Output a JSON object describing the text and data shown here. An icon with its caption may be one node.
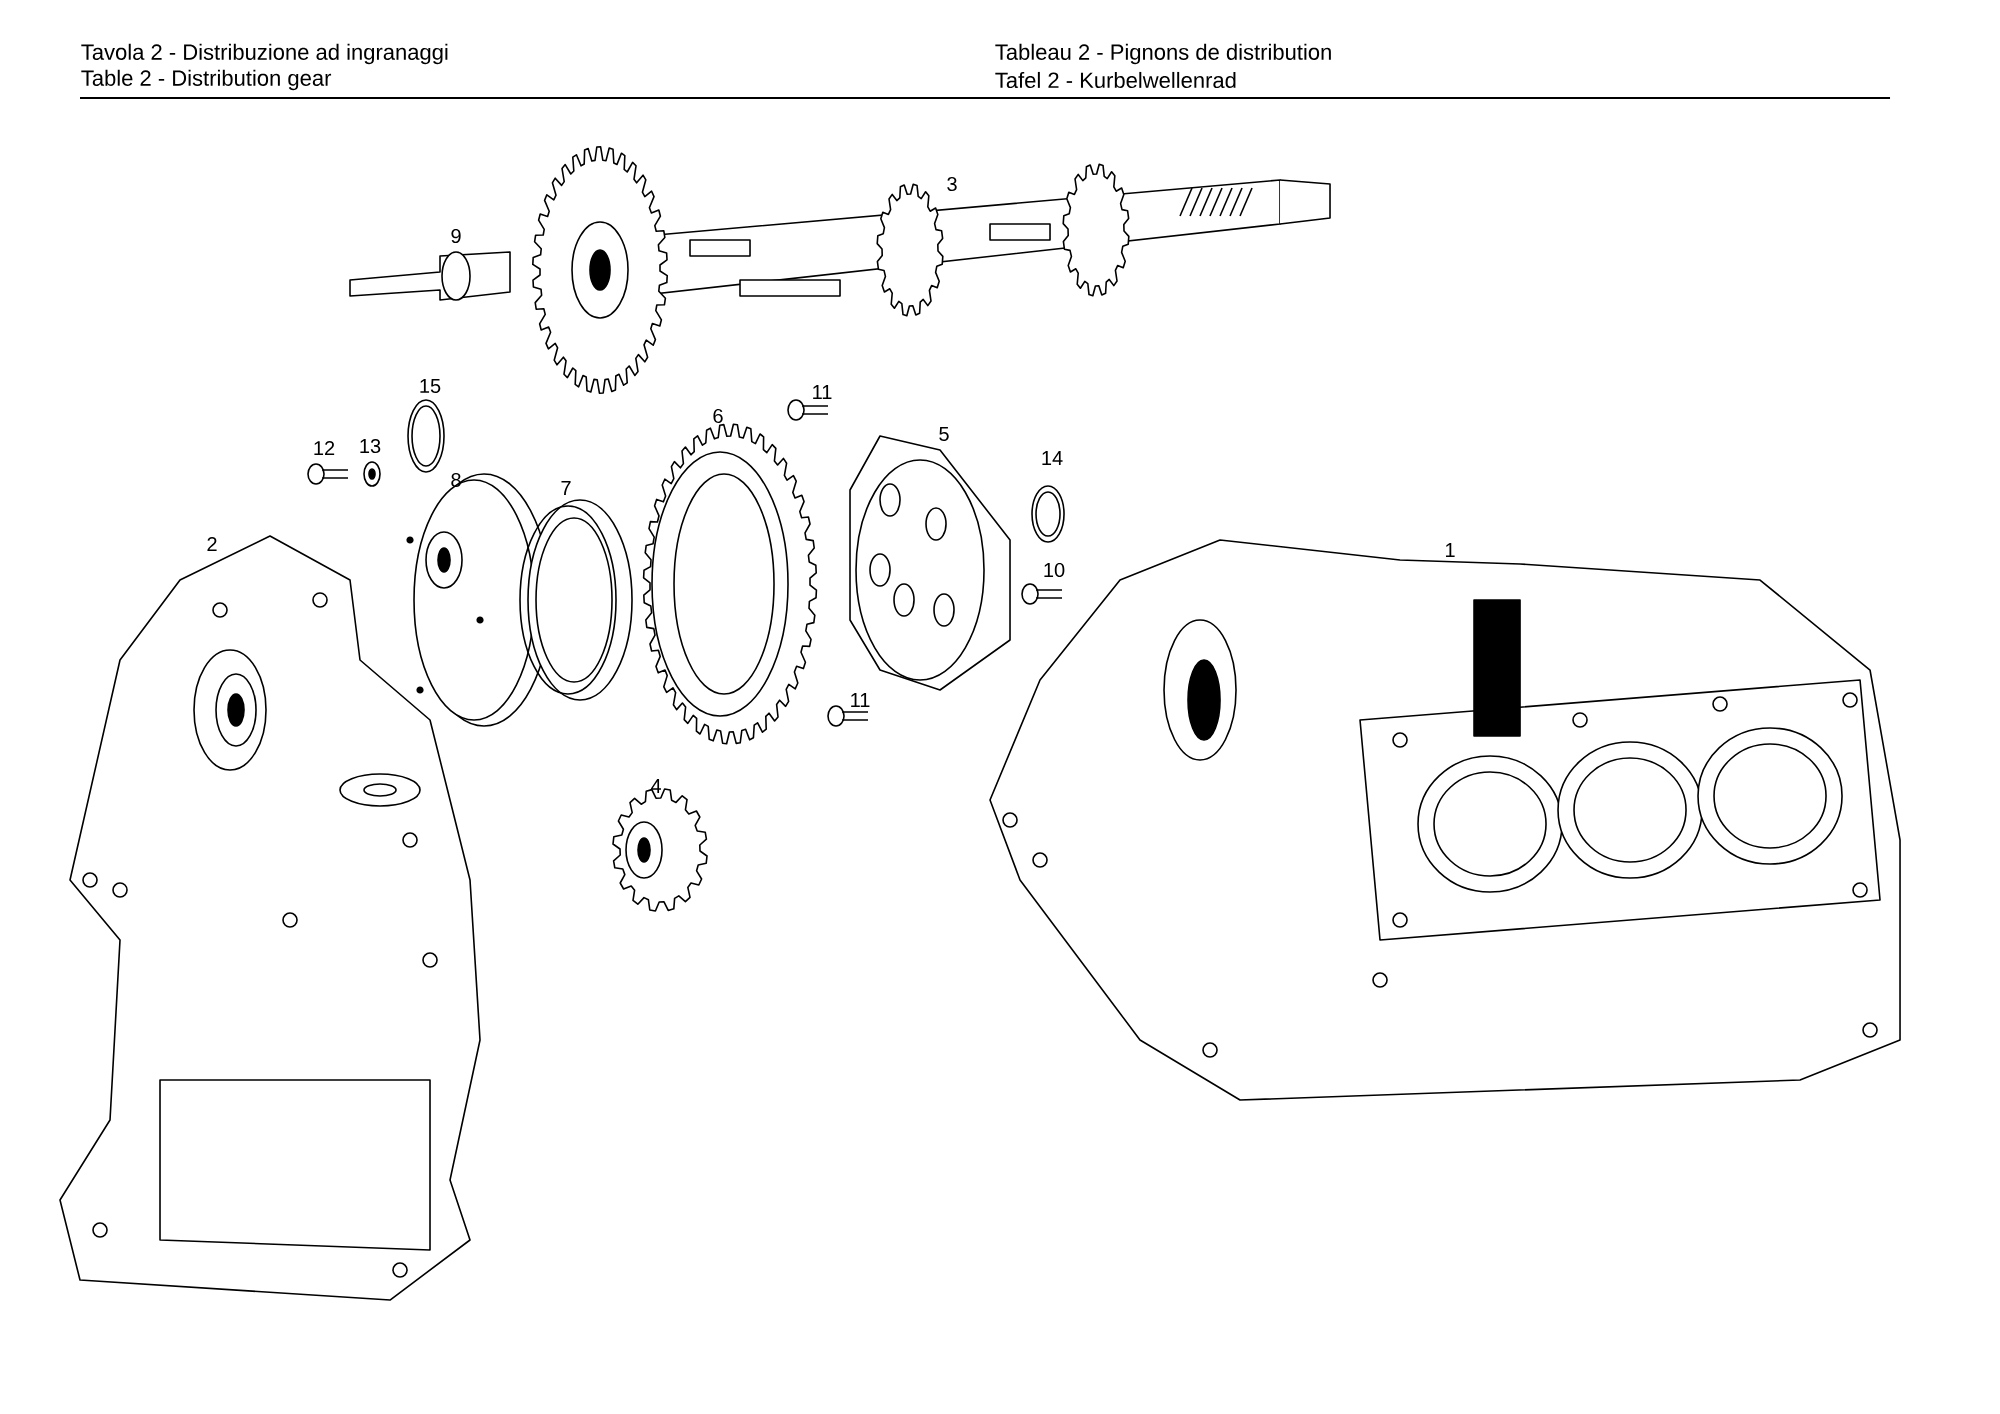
{
  "diagram": {
    "labels": [
      "Tavola 2 - Distribuzione ad ingranaggi",
      "Tableau 2 - Pignons de distribution",
      "Table 2 - Distribution gear",
      "Tafel 2 - Kurbelwellenrad",
      "3",
      "9",
      "15",
      "11",
      "6",
      "5",
      "12",
      "13",
      "14",
      "8",
      "7",
      "2",
      "1",
      "10",
      "11",
      "4"
    ]
  }
}
